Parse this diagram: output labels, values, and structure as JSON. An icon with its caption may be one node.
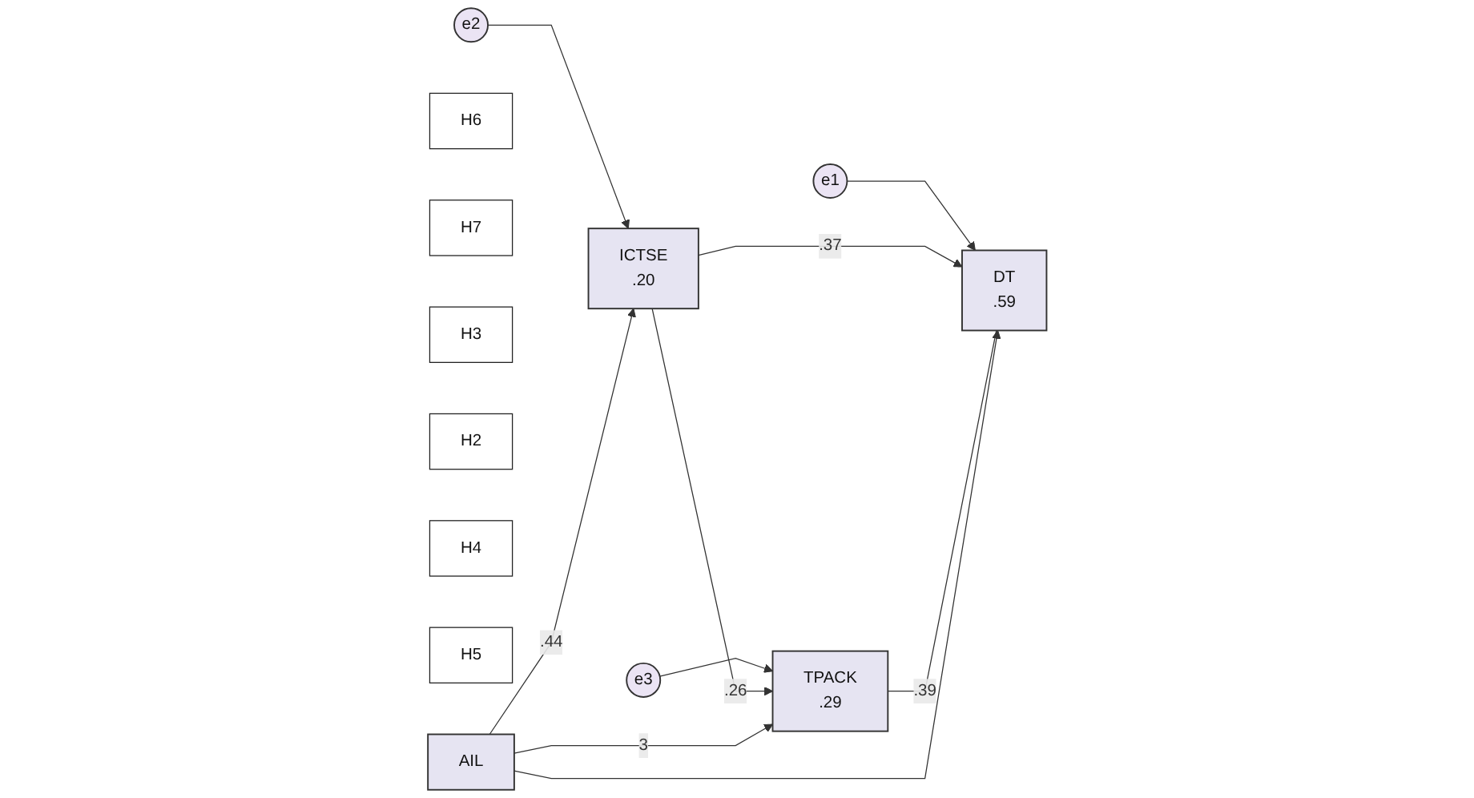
{
  "diagram": {
    "nodes": [
      {
        "text": [
          "e2"
        ]
      },
      {
        "text": [
          "ICTSE",
          ".20"
        ]
      },
      {
        "text": [
          "H6"
        ]
      },
      {
        "text": [
          "e3"
        ]
      },
      {
        "text": [
          "H7"
        ]
      },
      {
        "text": [
          "TPACK",
          ".29"
        ]
      },
      {
        "text": [
          "H3"
        ]
      },
      {
        "text": [
          "e1"
        ]
      },
      {
        "text": [
          "H2"
        ]
      },
      {
        "text": [
          "H4"
        ]
      },
      {
        "text": [
          "H5"
        ]
      },
      {
        "text": [
          "AIL"
        ]
      },
      {
        "text": [
          "DT",
          ".59"
        ]
      }
    ],
    "edges": [
      {
        "from": 0,
        "to": 1,
        "arrow": "to"
      },
      {
        "from": 3,
        "to": 5,
        "arrow": "to"
      },
      {
        "from": 7,
        "to": 12,
        "arrow": "to"
      },
      {
        "from": 1,
        "to": 5,
        "arrow": "to",
        "label": ".26"
      },
      {
        "from": 11,
        "to": 1,
        "arrow": "to",
        "label": ".44"
      },
      {
        "from": 1,
        "to": 12,
        "arrow": "to",
        "label": ".37"
      },
      {
        "from": 11,
        "to": 5,
        "arrow": "to",
        "label": "3"
      },
      {
        "from": 5,
        "to": 12,
        "arrow": "none",
        "label": ".39"
      },
      {
        "from": 11,
        "to": 12,
        "arrow": "to"
      }
    ]
  }
}
